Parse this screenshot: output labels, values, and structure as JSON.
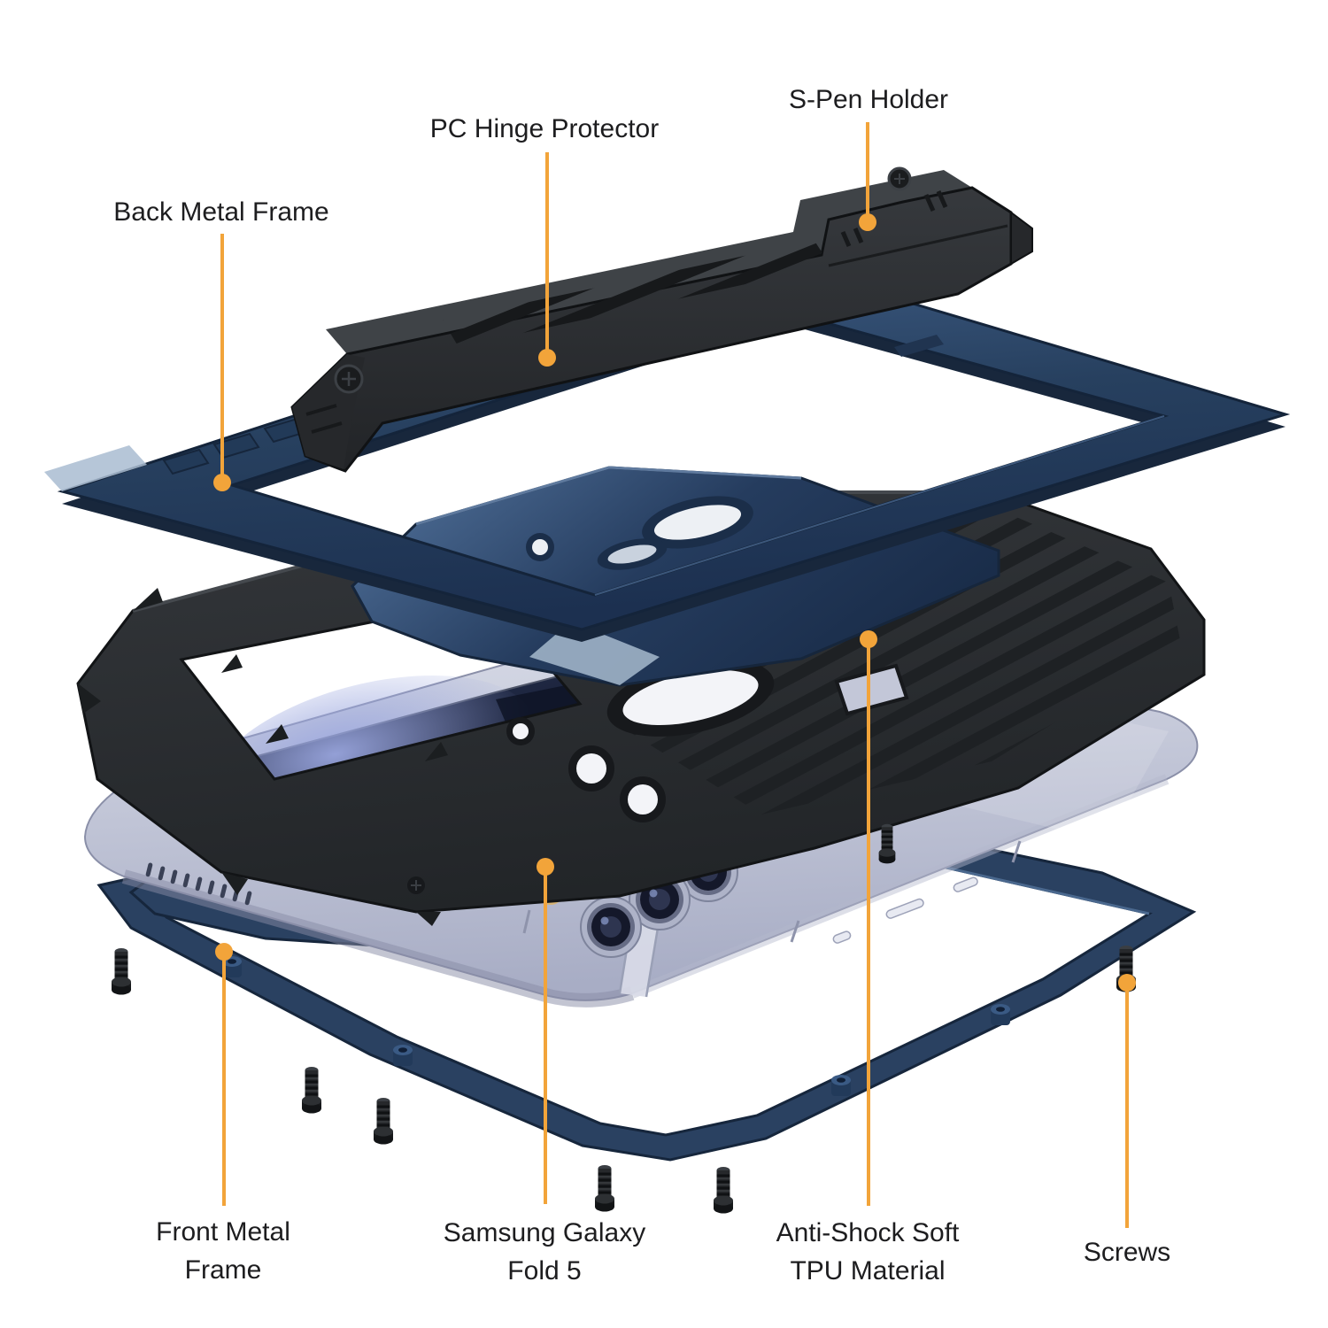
{
  "diagram": {
    "product": "Rugged metal case exploded view",
    "callouts": [
      {
        "id": "back-metal-frame",
        "lines": [
          "Back Metal Frame"
        ]
      },
      {
        "id": "pc-hinge-protector",
        "lines": [
          "PC Hinge Protector"
        ]
      },
      {
        "id": "s-pen-holder",
        "lines": [
          "S-Pen Holder"
        ]
      },
      {
        "id": "front-metal-frame",
        "lines": [
          "Front Metal",
          "Frame"
        ]
      },
      {
        "id": "samsung-galaxy-fold-5",
        "lines": [
          "Samsung Galaxy",
          "Fold 5"
        ]
      },
      {
        "id": "anti-shock-tpu",
        "lines": [
          "Anti-Shock Soft",
          "TPU Material"
        ]
      },
      {
        "id": "screws",
        "lines": [
          "Screws"
        ]
      }
    ],
    "colors": {
      "background": "#FFFFFF",
      "leader": "#F2A43A",
      "label_text": "#1D1D1F",
      "frame_navy": "#2B4265",
      "frame_navy_dark": "#1B2C44",
      "frame_navy_light": "#5F7A9E",
      "rubber_black": "#2E3134",
      "rubber_black_dark": "#17191B",
      "phone_silver": "#C7CBDC",
      "screen_navy": "#131A30"
    },
    "screw_count": 7
  }
}
